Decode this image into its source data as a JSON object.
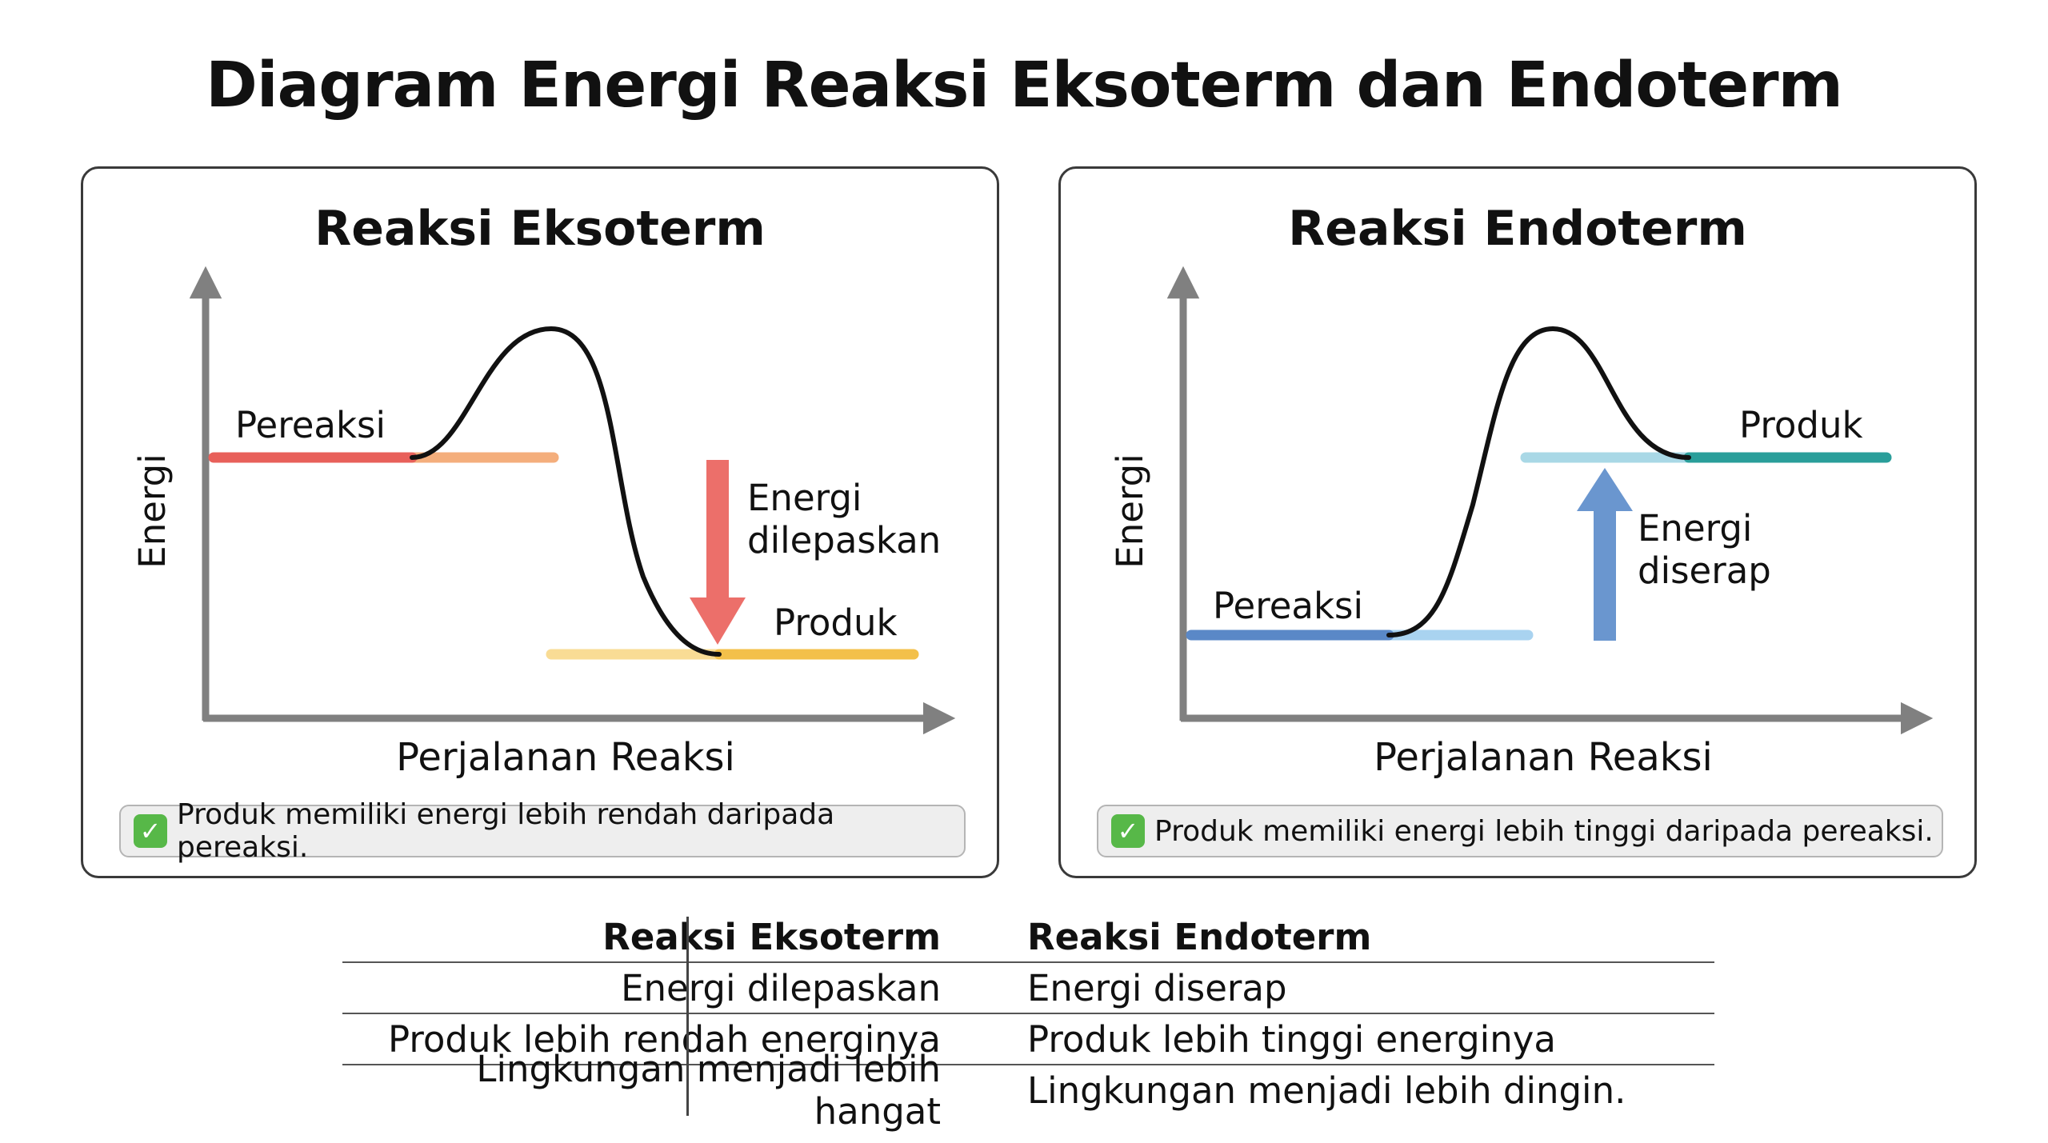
{
  "title": "Diagram Energi Reaksi Eksoterm dan Endoterm",
  "panels": {
    "exo": {
      "title": "Reaksi Eksoterm",
      "y_axis_label": "Energi",
      "x_axis_label": "Perjalanan Reaksi",
      "reactant_label": "Pereaksi",
      "product_label": "Produk",
      "arrow_label_line1": "Energi",
      "arrow_label_line2": "dilepaskan",
      "note": "Produk memiliki energi lebih rendah daripada pereaksi."
    },
    "endo": {
      "title": "Reaksi Endoterm",
      "y_axis_label": "Energi",
      "x_axis_label": "Perjalanan Reaksi",
      "reactant_label": "Pereaksi",
      "product_label": "Produk",
      "arrow_label_line1": "Energi",
      "arrow_label_line2": "diserap",
      "note": "Produk memiliki energi lebih tinggi daripada pereaksi."
    }
  },
  "comparison": {
    "headers": [
      "Reaksi Eksoterm",
      "Reaksi Endoterm"
    ],
    "rows": [
      [
        "Energi dilepaskan",
        "Energi diserap"
      ],
      [
        "Produk lebih rendah energinya",
        "Produk lebih tinggi energinya"
      ],
      [
        "Lingkungan menjadi lebih hangat",
        "Lingkungan menjadi lebih dingin."
      ]
    ]
  },
  "colors": {
    "exo_reactant": "#e8605a",
    "exo_reactant_light": "#f4ae7c",
    "exo_product": "#f3c04a",
    "exo_product_light": "#f9dc95",
    "exo_arrow": "#ec6f6a",
    "endo_reactant": "#5a88c7",
    "endo_reactant_light": "#a9d3f0",
    "endo_product": "#2a9e9a",
    "endo_product_light": "#a9d8e6",
    "endo_arrow": "#6a96cf",
    "axis": "#808080",
    "check": "#57b848"
  }
}
